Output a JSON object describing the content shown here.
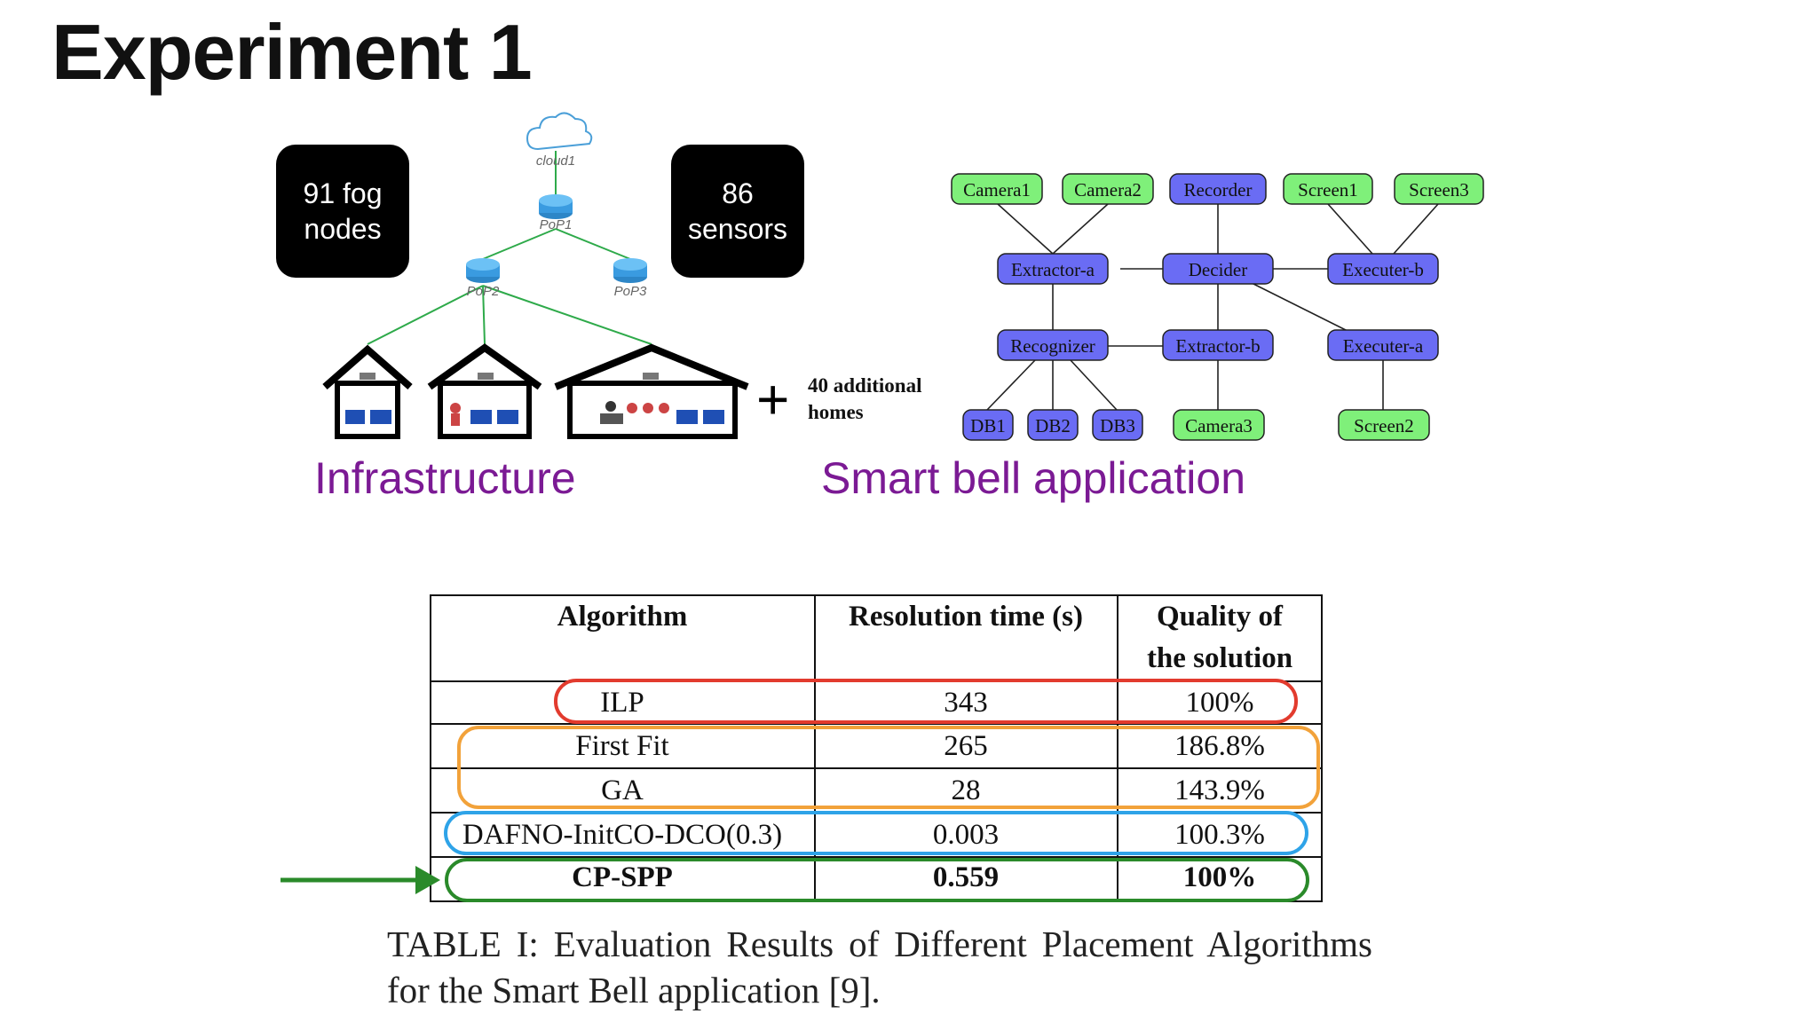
{
  "slide": {
    "title": "Experiment 1"
  },
  "infrastructure": {
    "fog_nodes": [
      "91 fog",
      "nodes"
    ],
    "sensors": [
      "86",
      "sensors"
    ],
    "nodes": {
      "cloud": "cloud1",
      "pop1": "PoP1",
      "pop2": "PoP2",
      "pop3": "PoP3"
    },
    "plus": "+",
    "additional_homes": [
      "40 additional",
      "homes"
    ],
    "label": "Infrastructure"
  },
  "application": {
    "label": "Smart bell application",
    "nodes": {
      "camera1": "Camera1",
      "camera2": "Camera2",
      "recorder": "Recorder",
      "screen1": "Screen1",
      "screen3": "Screen3",
      "extractor_a": "Extractor-a",
      "decider": "Decider",
      "executer_b": "Executer-b",
      "recognizer": "Recognizer",
      "extractor_b": "Extractor-b",
      "executer_a": "Executer-a",
      "db1": "DB1",
      "db2": "DB2",
      "db3": "DB3",
      "camera3": "Camera3",
      "screen2": "Screen2"
    },
    "colors": {
      "sensor": "#7ff07a",
      "service": "#6a6cf4"
    }
  },
  "table": {
    "headers": {
      "algorithm": "Algorithm",
      "time": "Resolution time (s)",
      "quality_1": "Quality of",
      "quality_2": "the solution"
    },
    "rows": [
      {
        "algorithm": "ILP",
        "time": "343",
        "quality": "100%"
      },
      {
        "algorithm": "First Fit",
        "time": "265",
        "quality": "186.8%"
      },
      {
        "algorithm": "GA",
        "time": "28",
        "quality": "143.9%"
      },
      {
        "algorithm": "DAFNO-InitCO-DCO(0.3)",
        "time": "0.003",
        "quality": "100.3%"
      },
      {
        "algorithm": "CP-SPP",
        "time": "0.559",
        "quality": "100%"
      }
    ],
    "highlight_colors": {
      "ilp": "#e23b2e",
      "heuristics": "#f2a23a",
      "dafno": "#2ea3e8",
      "cpspp": "#2a8a2a"
    },
    "caption": "TABLE I: Evaluation Results of Different Placement Algorithms for the Smart Bell application [9]."
  }
}
